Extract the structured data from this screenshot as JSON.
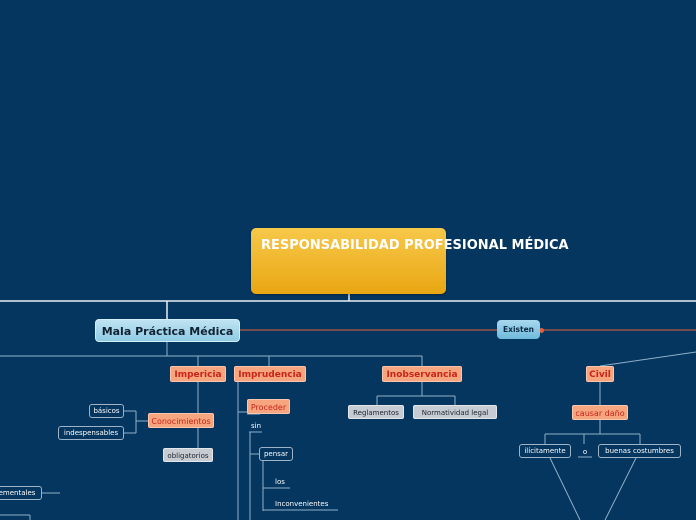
{
  "root": {
    "title": "RESPONSABILIDAD PROFESIONAL MÉDICA"
  },
  "main": {
    "label": "Mala Práctica Médica"
  },
  "exist": {
    "label": "Existen"
  },
  "types": {
    "impericia": "Impericia",
    "imprudencia": "Imprudencia",
    "inobservancia": "Inobservancia",
    "civil": "Civil"
  },
  "impericia": {
    "conocimientos": "Conocimientos",
    "basicos": "básicos",
    "indespensables": "indespensables",
    "obligatorios": "obligatorios",
    "elementales_fragment": "ementales"
  },
  "imprudencia": {
    "proceder": "Proceder",
    "sin": "sin",
    "pensar": "pensar",
    "los": "los",
    "inconvenientes": "Inconvenientes"
  },
  "inobservancia": {
    "reglamentos": "Reglamentos",
    "normatividad": "Normatividad legal"
  },
  "civil": {
    "causar_dano": "causar daño",
    "ilicitamente": "ilícitamente",
    "o": "o",
    "buenas_costumbres": "buenas costumbres"
  },
  "colors": {
    "background": "#05365f",
    "connector": "#8fb0c8",
    "relation": "#e2603d",
    "root": "#eeb02a",
    "main": "#a7d7ec",
    "category": "#f6a57f"
  }
}
